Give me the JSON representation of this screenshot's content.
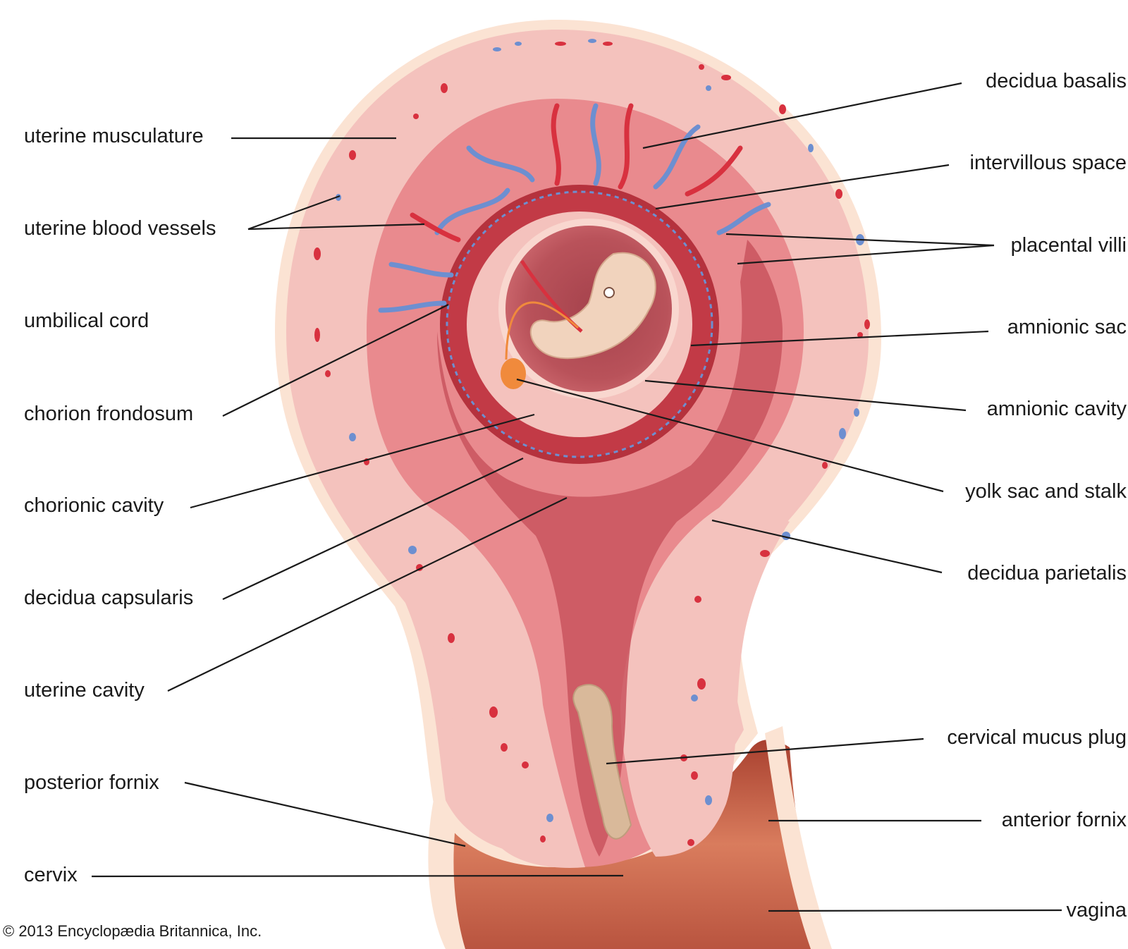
{
  "labels": {
    "uterine_musculature": "uterine musculature",
    "uterine_blood_vessels": "uterine blood vessels",
    "umbilical_cord": "umbilical cord",
    "chorion_frondosum": "chorion frondosum",
    "chorionic_cavity": "chorionic cavity",
    "decidua_capsularis": "decidua capsularis",
    "uterine_cavity": "uterine cavity",
    "posterior_fornix": "posterior fornix",
    "cervix": "cervix",
    "decidua_basalis": "decidua basalis",
    "intervillous_space": "intervillous space",
    "placental_villi": "placental villi",
    "amnionic_sac": "amnionic sac",
    "amnionic_cavity": "amnionic cavity",
    "yolk_sac_and_stalk": "yolk sac and stalk",
    "decidua_parietalis": "decidua parietalis",
    "cervical_mucus_plug": "cervical mucus plug",
    "anterior_fornix": "anterior fornix",
    "vagina": "vagina"
  },
  "copyright": "© 2013 Encyclopædia Britannica, Inc.",
  "colors": {
    "outer_wall": "#f7cfc4",
    "serosa": "#fbe3d3",
    "decidua": "#e98a8e",
    "cavity": "#c9545e",
    "artery": "#d8313f",
    "vein": "#6d8fd0",
    "embryo": "#f1d3bd",
    "yolk_sac": "#f08a3c",
    "mucus_plug": "#d9b99a",
    "vagina": "#c9644a"
  }
}
